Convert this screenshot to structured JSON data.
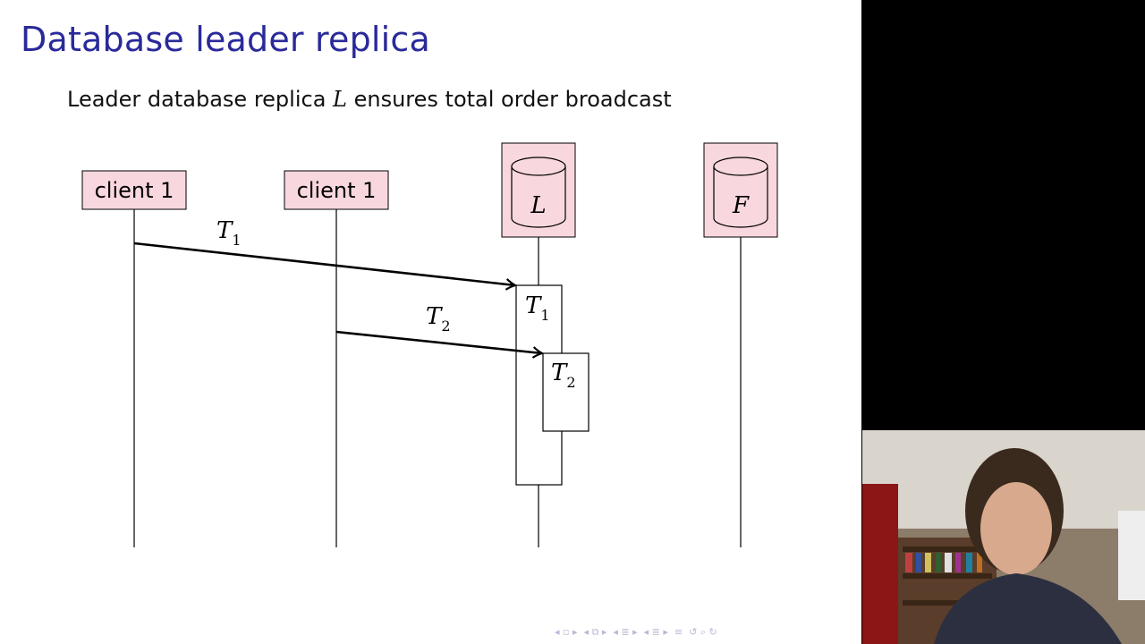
{
  "slide": {
    "title": "Database leader replica",
    "subtitle_pre": "Leader database replica ",
    "subtitle_var": "L",
    "subtitle_post": " ensures total order broadcast"
  },
  "diagram": {
    "actors": [
      {
        "label": "client 1",
        "kind": "client"
      },
      {
        "label": "client 1",
        "kind": "client"
      },
      {
        "label": "L",
        "kind": "database"
      },
      {
        "label": "F",
        "kind": "database"
      }
    ],
    "messages": [
      {
        "from": "client 1",
        "to": "L",
        "label_base": "T",
        "label_sub": "1"
      },
      {
        "from": "client 1",
        "to": "L",
        "label_base": "T",
        "label_sub": "2"
      }
    ],
    "activations": [
      {
        "label_base": "T",
        "label_sub": "1"
      },
      {
        "label_base": "T",
        "label_sub": "2"
      }
    ],
    "colors": {
      "actor_fill": "#f8d7de",
      "line": "#000000",
      "title": "#2a2a9a"
    }
  },
  "navigation": {
    "icons": [
      "nav-first-icon",
      "nav-frame-icon",
      "nav-prev-icon",
      "nav-section-icon",
      "nav-subsection-icon",
      "nav-align-icon",
      "nav-search-icon"
    ]
  },
  "webcam": {
    "description_icon": "presenter-video"
  }
}
